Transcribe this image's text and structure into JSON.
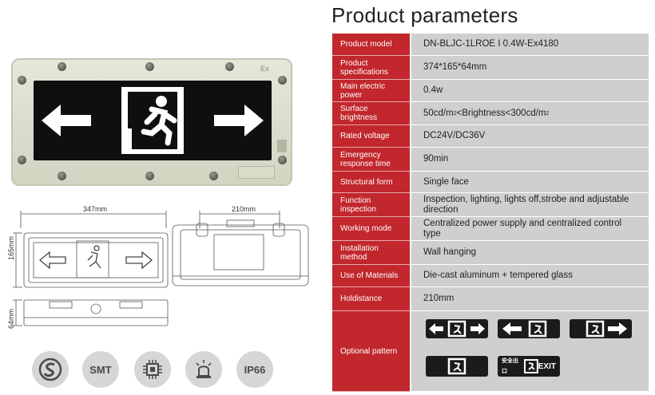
{
  "title": "Product parameters",
  "ex_mark": "Ex",
  "drawings": {
    "front_width": "347mm",
    "side_width": "210mm",
    "front_height": "165mm",
    "depth": "64mm"
  },
  "certifications": [
    {
      "label": "",
      "icon": "s-mark-icon"
    },
    {
      "label": "SMT",
      "icon": "smt-icon"
    },
    {
      "label": "",
      "icon": "chip-icon"
    },
    {
      "label": "",
      "icon": "alarm-light-icon"
    },
    {
      "label": "IP66",
      "icon": "ip66-icon"
    }
  ],
  "parameters": [
    {
      "label": "Product model",
      "value": "DN-BLJC-1LROE I 0.4W-Ex4180"
    },
    {
      "label": "Product specifications",
      "value": "374*165*64mm"
    },
    {
      "label": "Main electric power",
      "value": "0.4w"
    },
    {
      "label": "Surface brightness",
      "value_pre": "50cd/m",
      "value_mid": "<Brightness<300cd/m",
      "sup": "2"
    },
    {
      "label": "Rated voltage",
      "value": "DC24V/DC36V"
    },
    {
      "label": "Emergency response time",
      "value": "90min"
    },
    {
      "label": "Structural form",
      "value": "Single face"
    },
    {
      "label": "Function inspection",
      "value": "Inspection, lighting, lights off,strobe and adjustable direction"
    },
    {
      "label": "Working mode",
      "value": "Centralized power supply and centralized control type"
    },
    {
      "label": "Installation method",
      "value": "Wall hanging"
    },
    {
      "label": "Use of Materials",
      "value": "Die-cast aluminum + tempered glass"
    },
    {
      "label": "Holdistance",
      "value": "210mm"
    },
    {
      "label": "Optional pattern",
      "value": ""
    }
  ],
  "optional_pattern_text": {
    "exit_text": "EXIT",
    "chinese_text": "安全出口"
  },
  "colors": {
    "label_red": "#c1272d",
    "value_gray": "#cfcfcf",
    "sign_black": "#1b1b1b"
  }
}
